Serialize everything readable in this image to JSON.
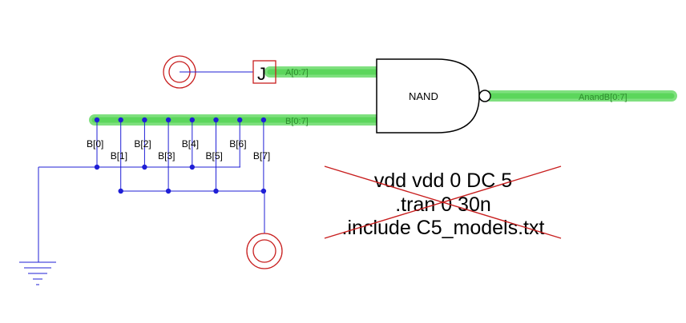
{
  "gate": {
    "label": "NAND"
  },
  "input_pin": {
    "label": "J"
  },
  "buses": {
    "a": "A[0:7]",
    "b": "B[0:7]",
    "out": "AnandB[0:7]"
  },
  "bit_labels": [
    "B[0]",
    "B[1]",
    "B[2]",
    "B[3]",
    "B[4]",
    "B[5]",
    "B[6]",
    "B[7]"
  ],
  "spice_block": {
    "line1": "vdd vdd 0 DC 5",
    "line2": ".tran 0 30n",
    "line3": ".include C5_models.txt",
    "disabled": true
  },
  "colors": {
    "bus": "#5cd65c",
    "wire": "#1f1fd6",
    "symbol": "#c81e1e",
    "text": "#000000"
  }
}
